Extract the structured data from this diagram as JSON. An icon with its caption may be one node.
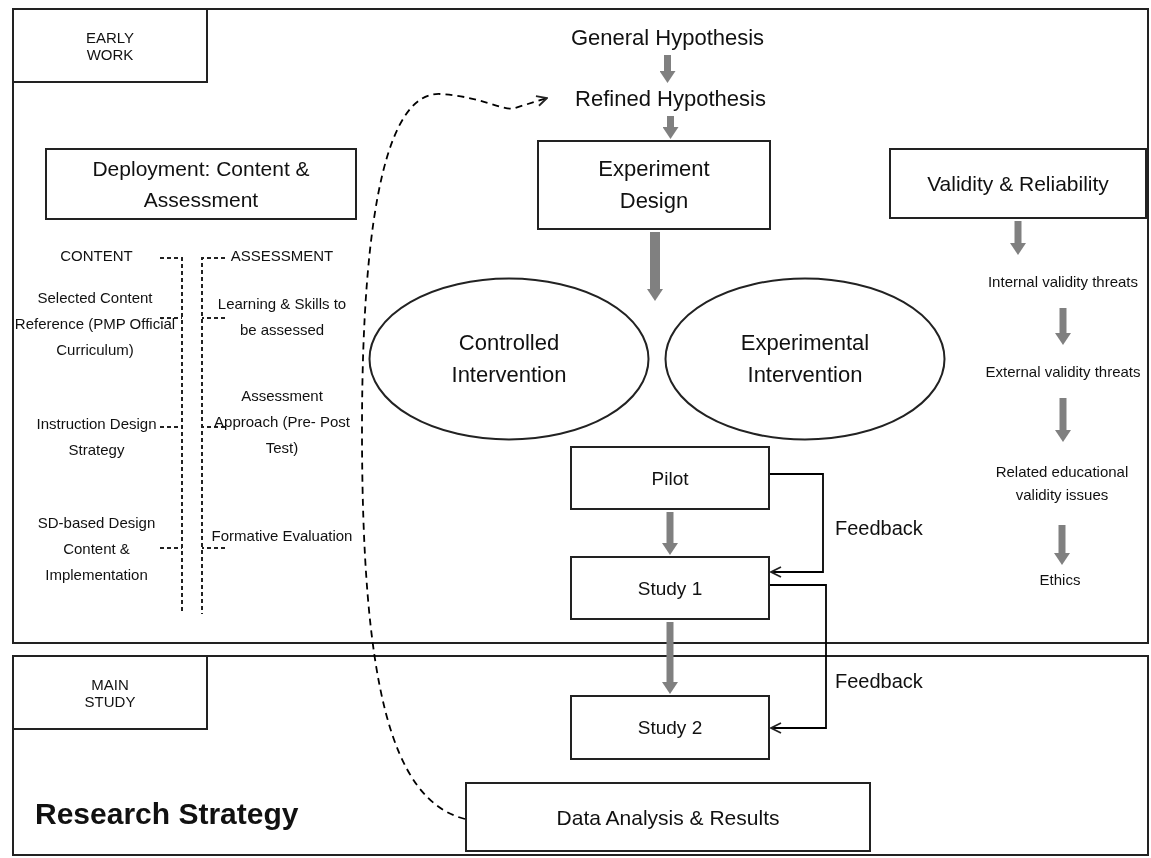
{
  "diagram": {
    "title": "Research Strategy",
    "nodes": [
      {
        "text": [],
        "shape": "box"
      },
      {
        "text": [
          "EARLY WORK"
        ],
        "in": 0
      },
      {
        "text": [
          "General Hypothesis"
        ],
        "in": 0
      },
      {
        "text": [
          "Refined Hypothesis"
        ],
        "in": 0
      },
      {
        "text": [
          "Experiment Design"
        ],
        "in": 0
      },
      {
        "text": [
          "Deployment: Content & Assessment"
        ],
        "in": 0
      },
      {
        "text": [
          "Validity & Reliability"
        ],
        "in": 0
      },
      {
        "text": [
          "Internal validity threats"
        ],
        "in": 0
      },
      {
        "text": [
          "External validity threats"
        ],
        "in": 0
      },
      {
        "text": [
          "Related educational validity issues"
        ],
        "in": 0
      },
      {
        "text": [
          "Ethics"
        ],
        "in": 0
      },
      {
        "text": [
          "Controlled Intervention"
        ],
        "in": 0
      },
      {
        "text": [
          "Experimental Intervention"
        ],
        "in": 0
      },
      {
        "text": [
          "Pilot"
        ],
        "in": 0
      },
      {
        "text": [
          "Study 1"
        ],
        "in": 0
      },
      {
        "text": [],
        "shape": "box"
      },
      {
        "text": [
          "MAIN STUDY"
        ],
        "in": 15
      },
      {
        "text": [
          "Study 2"
        ],
        "in": 15
      },
      {
        "text": [
          "Data Analysis & Results"
        ],
        "in": 15
      }
    ],
    "edges": [
      {
        "from": 2,
        "to": 3,
        "arrow": "to"
      },
      {
        "from": 3,
        "to": 4,
        "arrow": "to"
      },
      {
        "from": 4,
        "to": 11,
        "arrow": "to"
      },
      {
        "from": 6,
        "to": 7,
        "arrow": "to"
      },
      {
        "from": 7,
        "to": 8,
        "arrow": "to"
      },
      {
        "from": 8,
        "to": 9,
        "arrow": "to"
      },
      {
        "from": 9,
        "to": 10,
        "arrow": "to"
      },
      {
        "from": 13,
        "to": 14,
        "arrow": "to"
      },
      {
        "from": 14,
        "to": 17,
        "arrow": "to"
      },
      {
        "from": 13,
        "to": 14,
        "arrow": "to",
        "label": "Feedback",
        "color": "#000000"
      },
      {
        "from": 14,
        "to": 17,
        "arrow": "to",
        "label": "Feedback",
        "color": "#000000"
      },
      {
        "from": 18,
        "to": 3,
        "arrow": "to",
        "style": "dashed",
        "color": "#000000"
      }
    ],
    "labels": [
      "CONTENT",
      "ASSESSMENT",
      "Selected Content Reference (PMP Official Curriculum)",
      "Learning & Skills to be assessed",
      "Instruction Design Strategy",
      "Assessment Approach (Pre- Post Test)",
      "SD-based Design Content & Implementation",
      "Formative Evaluation"
    ]
  }
}
